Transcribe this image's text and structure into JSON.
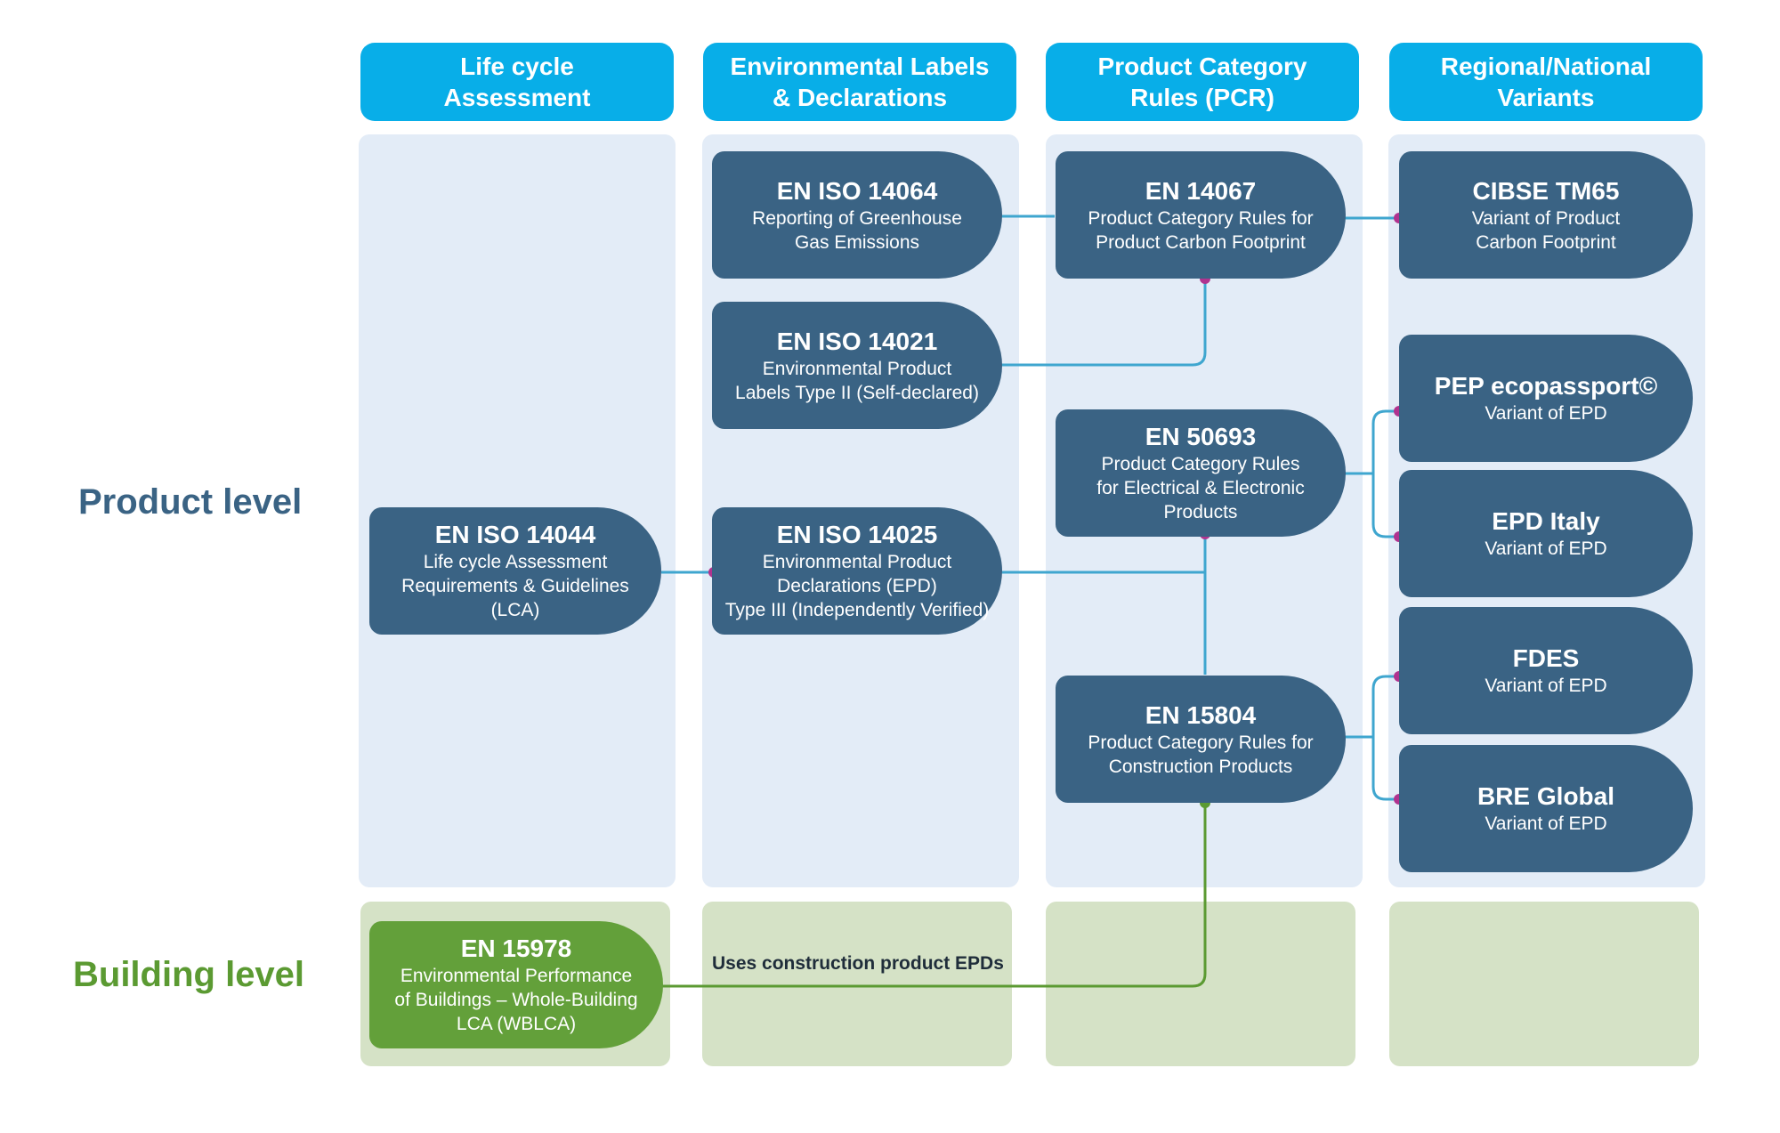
{
  "columns": [
    {
      "label": "Life cycle\nAssessment"
    },
    {
      "label": "Environmental Labels\n& Declarations"
    },
    {
      "label": "Product Category\nRules (PCR)"
    },
    {
      "label": "Regional/National\nVariants"
    }
  ],
  "rows": {
    "product": "Product level",
    "building": "Building level"
  },
  "nodes": {
    "iso14044": {
      "title": "EN ISO 14044",
      "desc": "Life cycle Assessment\nRequirements & Guidelines\n(LCA)"
    },
    "iso14064": {
      "title": "EN ISO 14064",
      "desc": "Reporting of Greenhouse\nGas Emissions"
    },
    "iso14021": {
      "title": "EN ISO 14021",
      "desc": "Environmental Product\nLabels Type II (Self-declared)"
    },
    "iso14025": {
      "title": "EN ISO 14025",
      "desc": "Environmental Product\nDeclarations (EPD)\nType III (Independently Verified)"
    },
    "en14067": {
      "title": "EN 14067",
      "desc": "Product Category Rules for\nProduct Carbon Footprint"
    },
    "en50693": {
      "title": "EN 50693",
      "desc": "Product Category Rules\nfor Electrical & Electronic\nProducts"
    },
    "en15804": {
      "title": "EN 15804",
      "desc": "Product Category Rules for\nConstruction Products"
    },
    "cibse": {
      "title": "CIBSE TM65",
      "desc": "Variant of Product\nCarbon Footprint"
    },
    "pep": {
      "title": "PEP ecopassport©",
      "desc": "Variant of EPD"
    },
    "epditaly": {
      "title": "EPD Italy",
      "desc": "Variant of EPD"
    },
    "fdes": {
      "title": "FDES",
      "desc": "Variant of EPD"
    },
    "bre": {
      "title": "BRE Global",
      "desc": "Variant of EPD"
    },
    "en15978": {
      "title": "EN 15978",
      "desc": "Environmental Performance\nof Buildings – Whole-Building\nLCA (WBLCA)"
    }
  },
  "edge_labels": {
    "uses_epds": "Uses construction product EPDs"
  },
  "colors": {
    "header": "#08aee8",
    "column_bg": "#e3ecf7",
    "building_bg": "#d5e2c6",
    "node": "#3a6384",
    "node_green": "#63a03a",
    "link": "#3fa6cf",
    "link_green": "#5b9a32",
    "dot": "#b0338f",
    "product_label": "#3a6384",
    "building_label": "#5b9a32"
  }
}
